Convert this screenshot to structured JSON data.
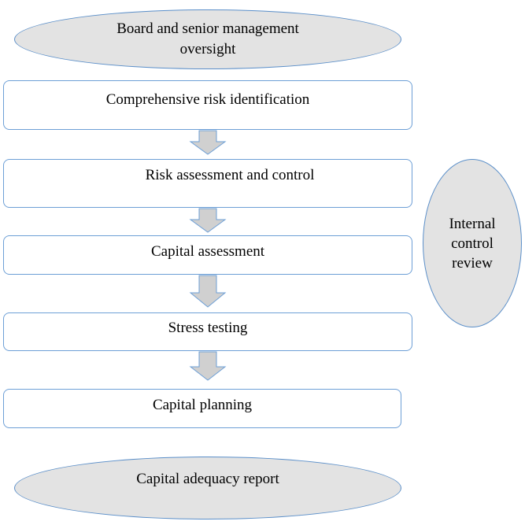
{
  "diagram": {
    "top_ellipse": {
      "label": "Board and senior management\noversight"
    },
    "steps": [
      {
        "label": "Comprehensive risk identification"
      },
      {
        "label": "Risk assessment and control"
      },
      {
        "label": "Capital assessment"
      },
      {
        "label": "Stress testing"
      },
      {
        "label": "Capital planning"
      }
    ],
    "side_ellipse": {
      "label": "Internal\ncontrol\nreview"
    },
    "bottom_ellipse": {
      "label": "Capital adequacy report"
    }
  },
  "colors": {
    "ellipse_fill": "#e3e3e3",
    "outline": "#5b8fc9",
    "arrow_fill": "#d0d0d0",
    "arrow_stroke": "#6d9fd6"
  }
}
